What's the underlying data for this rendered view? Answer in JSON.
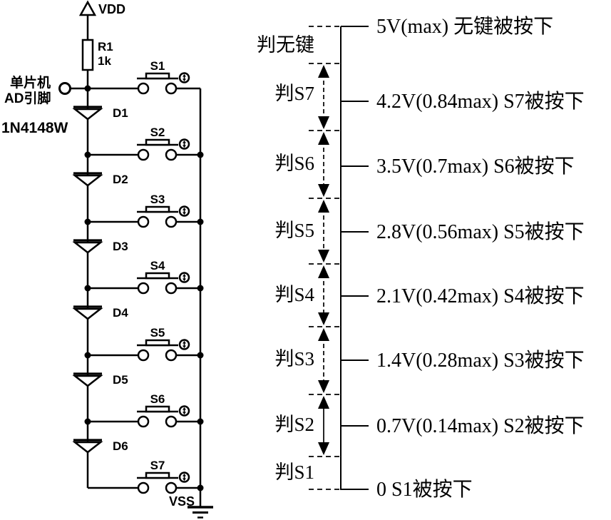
{
  "circuit": {
    "vdd": "VDD",
    "resistor_ref": "R1",
    "resistor_value": "1k",
    "mcu_line1": "单片机",
    "mcu_line2": "AD引脚",
    "diode_part": "1N4148W",
    "vss": "VSS",
    "switches": [
      "S1",
      "S2",
      "S3",
      "S4",
      "S5",
      "S6",
      "S7"
    ],
    "diodes": [
      "D1",
      "D2",
      "D3",
      "D4",
      "D5",
      "D6"
    ]
  },
  "scale": {
    "regions": [
      "判无键",
      "判S7",
      "判S6",
      "判S5",
      "判S4",
      "判S3",
      "判S2",
      "判S1"
    ],
    "levels": [
      "5V(max) 无键被按下",
      "4.2V(0.84max) S7被按下",
      "3.5V(0.7max)  S6被按下",
      "2.8V(0.56max) S5被按下",
      "2.1V(0.42max) S4被按下",
      "1.4V(0.28max) S3被按下",
      "0.7V(0.14max) S2被按下",
      "0 S1被按下"
    ]
  }
}
